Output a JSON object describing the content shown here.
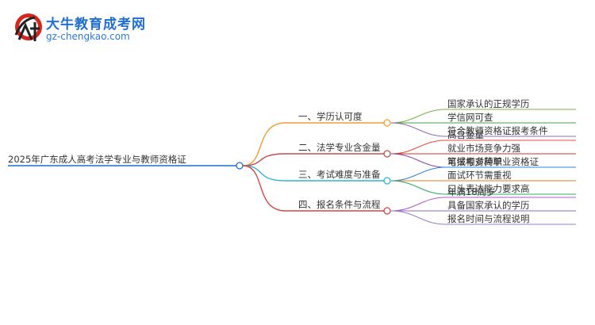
{
  "logo": {
    "title": "大牛教育成考网",
    "url": "gz-chengkao.com",
    "mark_text": "大牛"
  },
  "root": {
    "label": "2025年广东成人高考法学专业与教师资格证"
  },
  "branches": [
    {
      "label": "一、学历认可度",
      "color": "#f39c34",
      "leaves": [
        "国家承认的正规学历",
        "学信网可查",
        "符合教师资格证报考条件"
      ],
      "leaf_colors": [
        "#7cb342",
        "#43a047",
        "#8e6bbf"
      ]
    },
    {
      "label": "二、法学专业含金量",
      "color": "#c0504d",
      "leaves": [
        "高含金量",
        "就业市场竞争力强",
        "可报考多种职业资格证"
      ],
      "leaf_colors": [
        "#e74c3c",
        "#c0392b",
        "#8e44ad"
      ]
    },
    {
      "label": "三、考试难度与准备",
      "color": "#29b6d8",
      "leaves": [
        "笔试相对简单",
        "面试环节需重视",
        "口头表达能力要求高"
      ],
      "leaf_colors": [
        "#2e86de",
        "#e67e22",
        "#27ae60"
      ]
    },
    {
      "label": "四、报名条件与流程",
      "color": "#d64545",
      "leaves": [
        "年满18周岁",
        "具备国家承认的学历",
        "报名时间与流程说明"
      ],
      "leaf_colors": [
        "#b15bc7",
        "#8e6bbf",
        "#9b7fc9"
      ]
    }
  ]
}
